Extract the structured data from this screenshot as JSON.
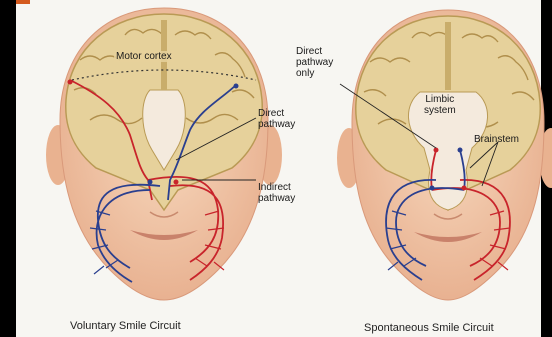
{
  "figure": {
    "labels": {
      "motor_cortex": "Motor cortex",
      "direct_pathway": "Direct\npathway",
      "indirect_pathway": "Indirect\npathway",
      "direct_pathway_only": "Direct\npathway\nonly",
      "limbic_system": "Limbic\nsystem",
      "brainstem": "Brainstem"
    },
    "captions": {
      "left": "Voluntary Smile Circuit",
      "right": "Spontaneous Smile Circuit"
    },
    "colors": {
      "skin": "#f2c9a8",
      "skin_shadow": "#e3a98a",
      "brain": "#e3cf95",
      "brain_fold": "#b99a55",
      "tissue": "#f4eadd",
      "nerve_red": "#c8242b",
      "nerve_blue": "#2a3f8f",
      "accent": "#d45a1e"
    }
  }
}
